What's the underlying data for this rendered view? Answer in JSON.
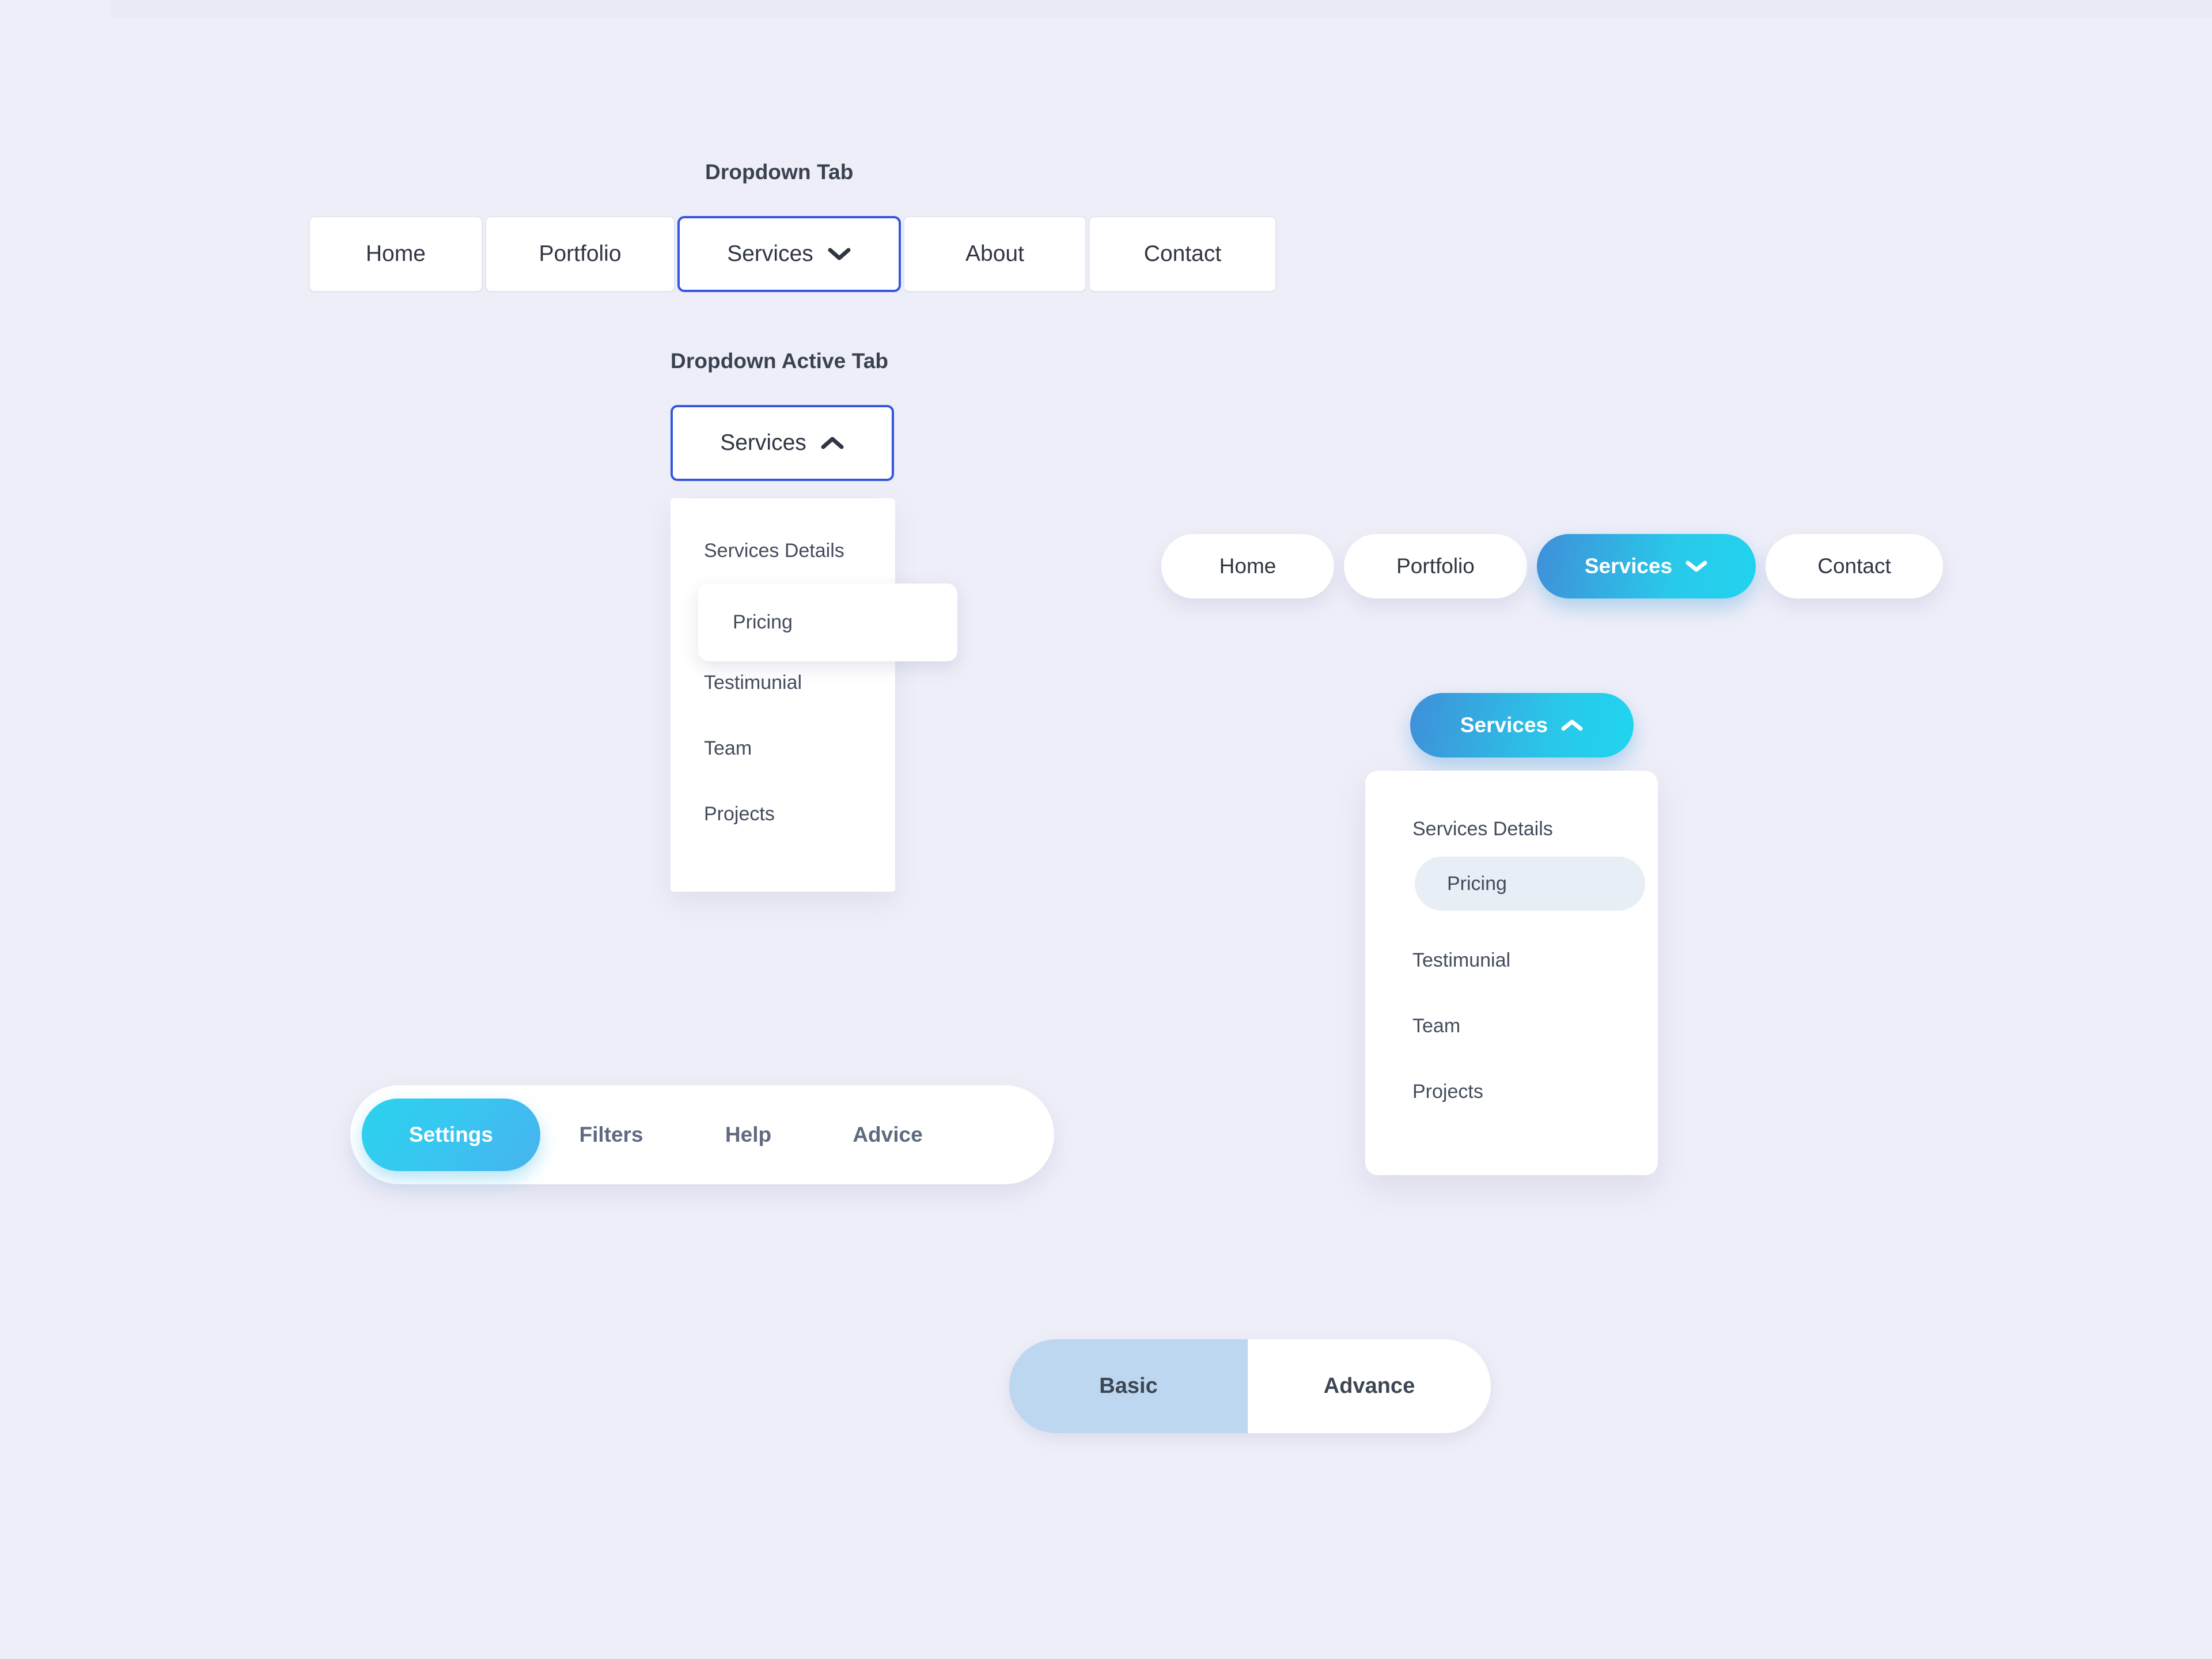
{
  "background_color": "#eeeef8",
  "accent_blue": "#3557e0",
  "gradient_start": "#3f8fd8",
  "gradient_end": "#22d3ee",
  "sections": {
    "dropdown_tab": {
      "caption": "Dropdown Tab",
      "tabs": [
        {
          "label": "Home",
          "active": false,
          "has_chevron": false
        },
        {
          "label": "Portfolio",
          "active": false,
          "has_chevron": false
        },
        {
          "label": "Services",
          "active": true,
          "has_chevron": true,
          "chevron": "chevron-down-icon"
        },
        {
          "label": "About",
          "active": false,
          "has_chevron": false
        },
        {
          "label": "Contact",
          "active": false,
          "has_chevron": false
        }
      ]
    },
    "dropdown_active_tab": {
      "caption": "Dropdown Active Tab",
      "trigger": {
        "label": "Services",
        "chevron": "chevron-up-icon",
        "expanded": true
      },
      "menu": [
        {
          "label": "Services Details",
          "highlighted": false
        },
        {
          "label": "Pricing",
          "highlighted": true
        },
        {
          "label": "Testimunial",
          "highlighted": false
        },
        {
          "label": "Team",
          "highlighted": false
        },
        {
          "label": "Projects",
          "highlighted": false
        }
      ]
    },
    "pill_nav": {
      "tabs": [
        {
          "label": "Home",
          "active": false,
          "has_chevron": false
        },
        {
          "label": "Portfolio",
          "active": false,
          "has_chevron": false
        },
        {
          "label": "Services",
          "active": true,
          "has_chevron": true,
          "chevron": "chevron-down-icon"
        },
        {
          "label": "Contact",
          "active": false,
          "has_chevron": false
        }
      ]
    },
    "pill_dropdown_active": {
      "trigger": {
        "label": "Services",
        "chevron": "chevron-up-icon",
        "expanded": true
      },
      "menu": [
        {
          "label": "Services Details",
          "highlighted": false
        },
        {
          "label": "Pricing",
          "highlighted": true
        },
        {
          "label": "Testimunial",
          "highlighted": false
        },
        {
          "label": "Team",
          "highlighted": false
        },
        {
          "label": "Projects",
          "highlighted": false
        }
      ]
    },
    "segmented_bar": {
      "items": [
        {
          "label": "Settings",
          "active": true
        },
        {
          "label": "Filters",
          "active": false
        },
        {
          "label": "Help",
          "active": false
        },
        {
          "label": "Advice",
          "active": false
        }
      ]
    },
    "basic_advance_toggle": {
      "options": [
        {
          "label": "Basic",
          "selected": true
        },
        {
          "label": "Advance",
          "selected": false
        }
      ]
    }
  }
}
